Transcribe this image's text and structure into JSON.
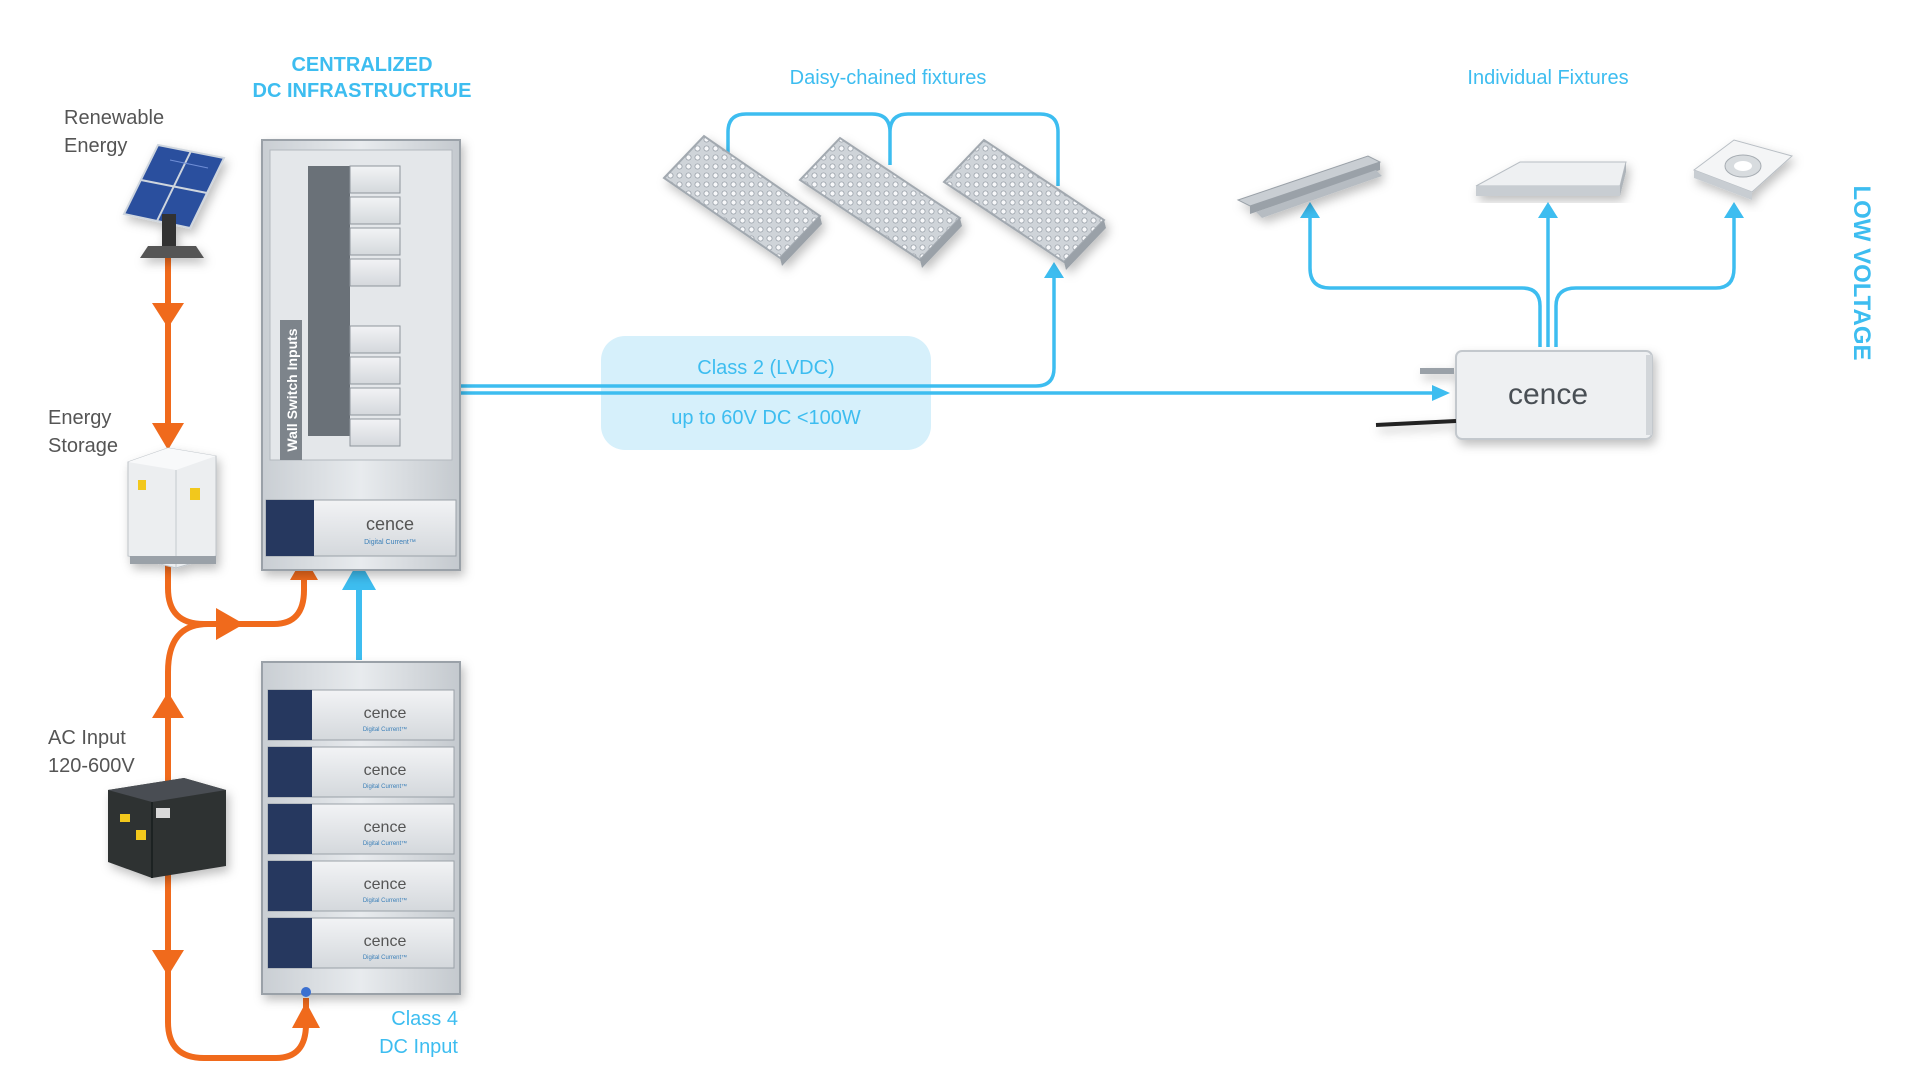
{
  "labels": {
    "title_line1": "CENTRALIZED",
    "title_line2": "DC INFRASTRUCTRUE",
    "renewable_line1": "Renewable",
    "renewable_line2": "Energy",
    "storage_line1": "Energy",
    "storage_line2": "Storage",
    "ac_line1": "AC Input",
    "ac_line2": "120-600V",
    "class4_line1": "Class 4",
    "class4_line2": "DC Input",
    "daisy": "Daisy-chained fixtures",
    "individual": "Individual Fixtures",
    "low_voltage": "LOW VOLTAGE",
    "class2": "Class 2 (LVDC)",
    "spec": "up to 60V DC <100W",
    "wall_switch": "Wall Switch Inputs"
  },
  "brand": {
    "logo": "cence",
    "tagline": "Digital Current™"
  },
  "colors": {
    "blue": "#3dbdf0",
    "orange": "#f06a1c",
    "label_gray": "#555555",
    "panel_bg": "#dde1e5",
    "panel_edge": "#9aa1a8"
  },
  "icons": {
    "renewable": "solar-panel-icon",
    "storage": "battery-cabinet-icon",
    "ac": "generator-icon"
  }
}
